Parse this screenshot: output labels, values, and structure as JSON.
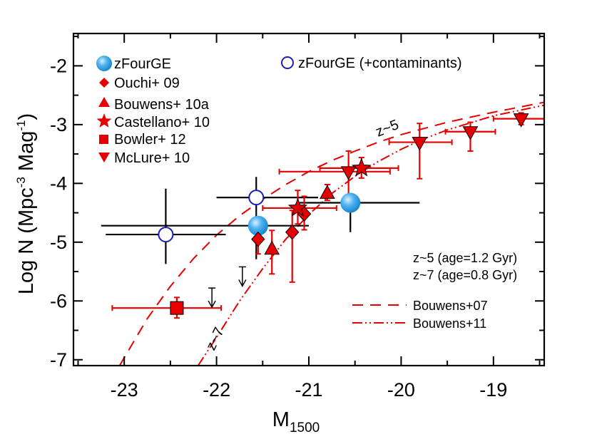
{
  "chart_data": {
    "type": "scatter",
    "xlabel_main": "M",
    "xlabel_sub": "1500",
    "ylabel_main": "Log N (Mpc",
    "ylabel_sup1": "-3",
    "ylabel_mid": " Mag",
    "ylabel_sup2": "-1",
    "ylabel_end": ")",
    "xlim": [
      -23.55,
      -18.45
    ],
    "ylim": [
      -7.1,
      -1.45
    ],
    "xticks": [
      -23,
      -22,
      -21,
      -20,
      -19
    ],
    "xtick_labels": [
      "-23",
      "-22",
      "-21",
      "-20",
      "-19"
    ],
    "yticks": [
      -7,
      -6,
      -5,
      -4,
      -3,
      -2
    ],
    "ytick_labels": [
      "-7",
      "-6",
      "-5",
      "-4",
      "-3",
      "-2"
    ],
    "colors": {
      "zfourge": "#3aa6e8",
      "zfourge_open": "#1f1fb0",
      "literature": "#e60000",
      "errorbar_black": "#000000"
    },
    "legend": {
      "zfourge": "zFourGE",
      "ouchi": "Ouchi+ 09",
      "bouwens10a": "Bouwens+ 10a",
      "castellano": "Castellano+ 10",
      "bowler": "Bowler+ 12",
      "mclure": "McLure+ 10",
      "zfourge_contam": "zFourGE (+contaminants)"
    },
    "annotations": {
      "age1": "z~5 (age=1.2 Gyr)",
      "age2": "z~7 (age=0.8 Gyr)",
      "line1": "Bouwens+07",
      "line2": "Bouwens+11",
      "curve_z5": "z~5",
      "curve_z7": "z~7"
    },
    "series": [
      {
        "id": "zfourge",
        "marker": "filled-circle",
        "points": [
          {
            "x": -21.55,
            "y": -4.72,
            "xerr": [
              1.7,
              0.55
            ],
            "yerr": [
              0.32,
              0.0
            ]
          },
          {
            "x": -20.55,
            "y": -4.33,
            "xerr": [
              0.55,
              0.75
            ],
            "yerr": [
              0.5,
              0.0
            ]
          }
        ]
      },
      {
        "id": "zfourge_contam",
        "marker": "open-circle",
        "points": [
          {
            "x": -22.55,
            "y": -4.87,
            "xerr": [
              0.65,
              0.65
            ],
            "yerr": [
              0.5,
              0.78
            ]
          },
          {
            "x": -21.57,
            "y": -4.24,
            "xerr": [
              0.43,
              0.67
            ],
            "yerr": [
              1.05,
              0.35
            ]
          }
        ]
      },
      {
        "id": "ouchi",
        "marker": "diamond",
        "points": [
          {
            "x": -21.55,
            "y": -4.95,
            "xerr": [
              0,
              0
            ],
            "yerr": [
              0.25,
              0.35
            ]
          },
          {
            "x": -21.18,
            "y": -4.83,
            "xerr": [
              0,
              0
            ],
            "yerr": [
              0.85,
              0.37
            ]
          },
          {
            "x": -21.05,
            "y": -4.52,
            "xerr": [
              0,
              0
            ],
            "yerr": [
              0.27,
              0.3
            ]
          }
        ]
      },
      {
        "id": "bouwens10a",
        "marker": "triangle-up",
        "points": [
          {
            "x": -21.4,
            "y": -5.12,
            "xerr": [
              0,
              0
            ],
            "yerr": [
              0.42,
              0.32
            ]
          },
          {
            "x": -20.8,
            "y": -4.17,
            "xerr": [
              0,
              0
            ],
            "yerr": [
              0.12,
              0.15
            ]
          }
        ]
      },
      {
        "id": "castellano",
        "marker": "star",
        "points": [
          {
            "x": -21.12,
            "y": -4.42,
            "xerr": [
              0.38,
              0.42
            ],
            "yerr": [
              0.27,
              0.3
            ]
          },
          {
            "x": -20.43,
            "y": -3.74,
            "xerr": [
              0.45,
              0.4
            ],
            "yerr": [
              0.17,
              0.18
            ]
          }
        ]
      },
      {
        "id": "bowler",
        "marker": "square",
        "points": [
          {
            "x": -22.43,
            "y": -6.12,
            "xerr": [
              0.7,
              0.48
            ],
            "yerr": [
              0.17,
              0.18
            ]
          }
        ]
      },
      {
        "id": "mclure",
        "marker": "triangle-down",
        "points": [
          {
            "x": -20.57,
            "y": -3.8,
            "xerr": [
              0.75,
              0.45
            ],
            "yerr": [
              0.4,
              0.35
            ]
          },
          {
            "x": -19.8,
            "y": -3.3,
            "xerr": [
              0.33,
              0.35
            ],
            "yerr": [
              0.62,
              0.32
            ]
          },
          {
            "x": -19.25,
            "y": -3.12,
            "xerr": [
              0.27,
              0.27
            ],
            "yerr": [
              0.33,
              0.16
            ]
          },
          {
            "x": -18.7,
            "y": -2.9,
            "xerr": [
              0.3,
              0.25
            ],
            "yerr": [
              0.1,
              0.1
            ]
          }
        ]
      }
    ],
    "upper_limits": [
      {
        "x": -22.05,
        "y": -5.78
      },
      {
        "x": -21.72,
        "y": -5.42
      }
    ],
    "curves": [
      {
        "id": "bouwens07",
        "style": "dashed",
        "x": [
          -23.05,
          -22.75,
          -22.5,
          -22.25,
          -22.0,
          -21.75,
          -21.5,
          -21.25,
          -21.0,
          -20.75,
          -20.5,
          -20.25,
          -20.0,
          -19.5,
          -19.0,
          -18.45
        ],
        "y": [
          -7.1,
          -6.3,
          -5.75,
          -5.28,
          -4.88,
          -4.55,
          -4.27,
          -4.02,
          -3.8,
          -3.61,
          -3.45,
          -3.3,
          -3.17,
          -2.96,
          -2.79,
          -2.62
        ]
      },
      {
        "id": "bouwens11",
        "style": "dash-dot-dot",
        "x": [
          -22.2,
          -22.0,
          -21.75,
          -21.5,
          -21.25,
          -21.0,
          -20.75,
          -20.5,
          -20.25,
          -20.0,
          -19.75,
          -19.5,
          -19.0,
          -18.45
        ],
        "y": [
          -7.1,
          -6.62,
          -6.0,
          -5.45,
          -4.95,
          -4.53,
          -4.17,
          -3.88,
          -3.63,
          -3.42,
          -3.24,
          -3.09,
          -2.85,
          -2.67
        ]
      }
    ]
  }
}
